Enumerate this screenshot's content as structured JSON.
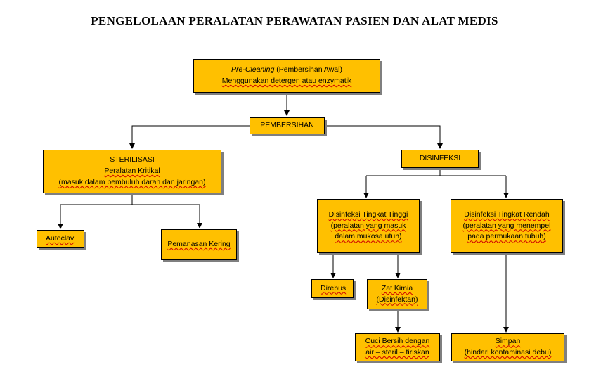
{
  "title": "PENGELOLAAN PERALATAN PERAWATAN PASIEN DAN ALAT MEDIS",
  "nodes": {
    "pre_cleaning": {
      "line1_italic": "Pre-Cleaning",
      "line1_rest": " (Pembersihan Awal)",
      "line2": "Menggunakan detergen atau enzymatik"
    },
    "pembersihan": {
      "label": "PEMBERSIHAN"
    },
    "sterilisasi": {
      "line1": "STERILISASI",
      "line2": "Peralatan Kritikal",
      "line3": "(masuk dalam pembuluh darah dan jaringan)"
    },
    "disinfeksi": {
      "label": "DISINFEKSI"
    },
    "autoclav": {
      "label": "Autoclav"
    },
    "pemanasan_kering": {
      "label": "Pemanasan Kering"
    },
    "dtt": {
      "line1": "Disinfeksi Tingkat Tinggi",
      "line2": "(peralatan yang masuk",
      "line3": "dalam mukosa utuh)"
    },
    "dtr": {
      "line1": "Disinfeksi Tingkat Rendah",
      "line2": "(peralatan yang menempel",
      "line3": "pada permukaan tubuh)"
    },
    "direbus": {
      "label": "Direbus"
    },
    "zat_kimia": {
      "line1": "Zat Kimia",
      "line2": "(Disinfektan)"
    },
    "cuci_bersih": {
      "line1": "Cuci Bersih dengan",
      "line2": "air – steril – tiriskan"
    },
    "simpan": {
      "line1": "Simpan",
      "line2": "(hindari kontaminasi debu)"
    }
  },
  "colors": {
    "box_fill": "#ffc000",
    "box_border": "#000000",
    "box_shadow": "#7f7f7f",
    "connector": "#000000"
  }
}
